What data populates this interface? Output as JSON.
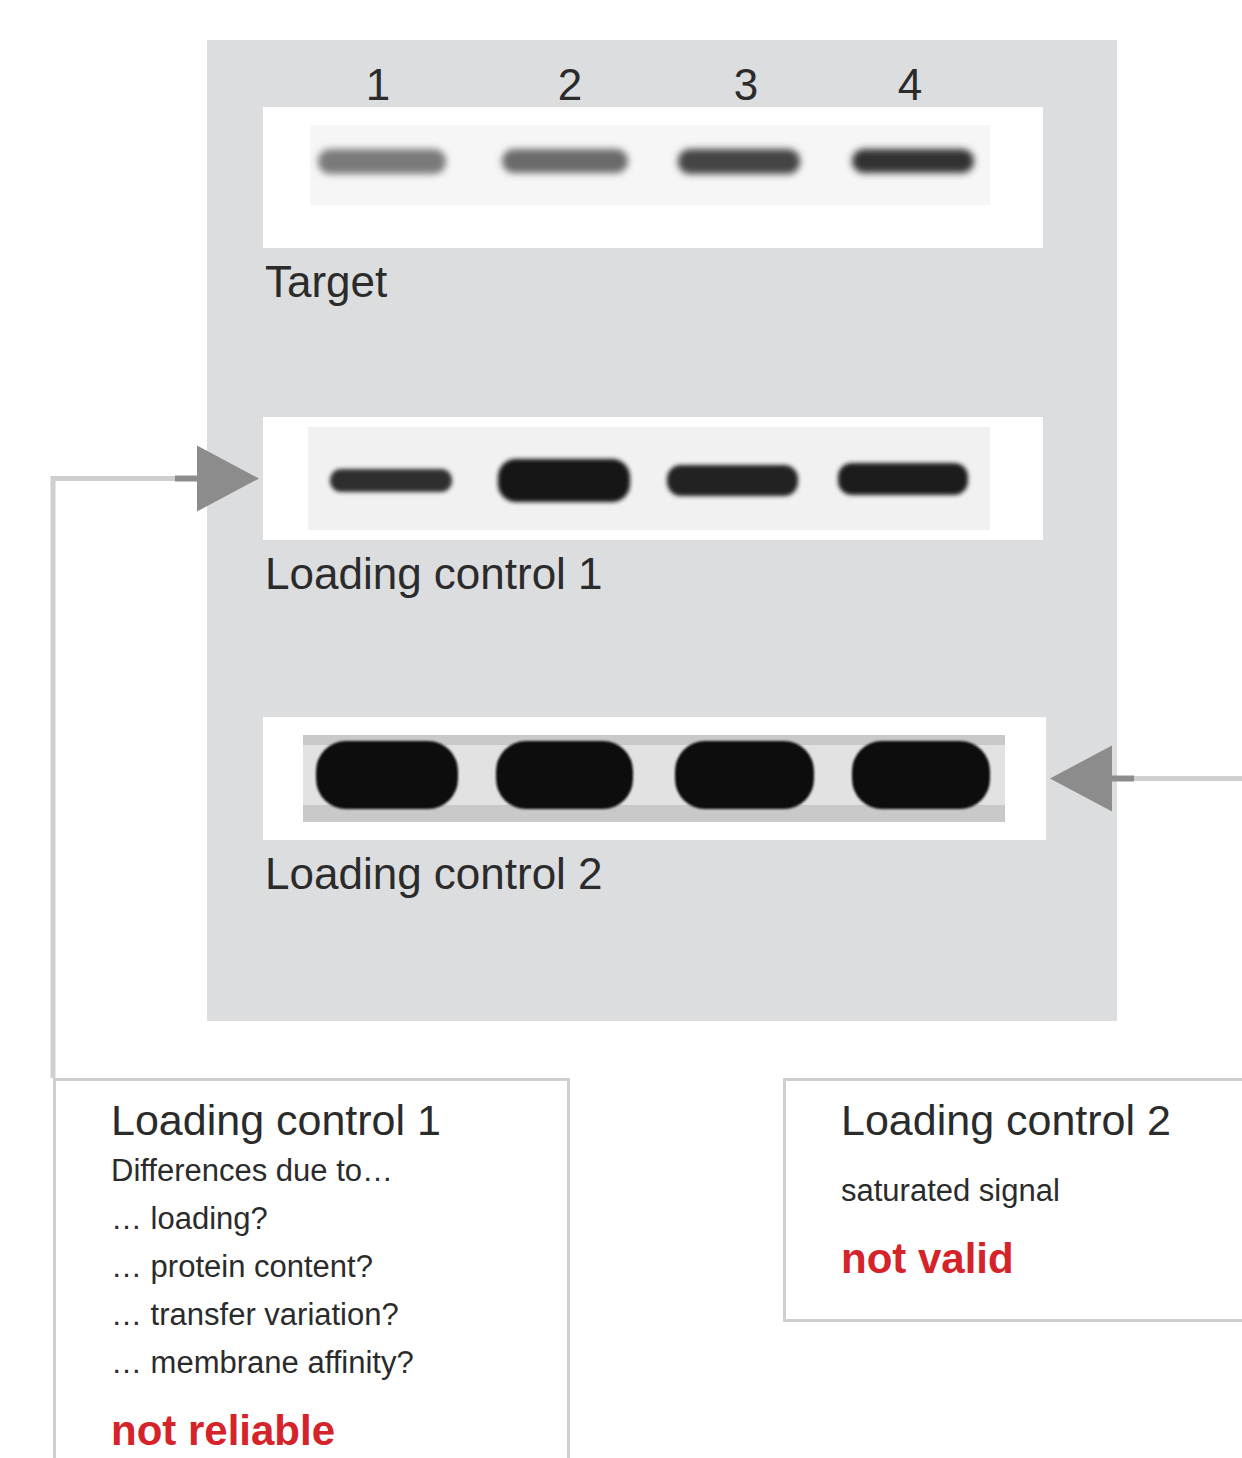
{
  "diagram": {
    "nodes": [
      {
        "text": [
          "Target"
        ]
      },
      {
        "text": [
          "Loading control 1"
        ]
      },
      {
        "text": [
          "Loading control 2"
        ]
      },
      {
        "text": [
          "Loading control 1",
          "Differences due to…",
          "… loading?",
          "… protein content?",
          "… transfer variation?",
          "… membrane affinity?",
          "not reliable"
        ]
      },
      {
        "text": [
          "Loading control 2",
          "saturated signal",
          "not valid"
        ]
      }
    ],
    "edges": [
      {
        "from": 3,
        "to": 1,
        "arrow": "to"
      },
      {
        "from": 4,
        "to": 2,
        "arrow": "to"
      }
    ],
    "labels": [
      "1",
      "2",
      "3",
      "4"
    ]
  }
}
